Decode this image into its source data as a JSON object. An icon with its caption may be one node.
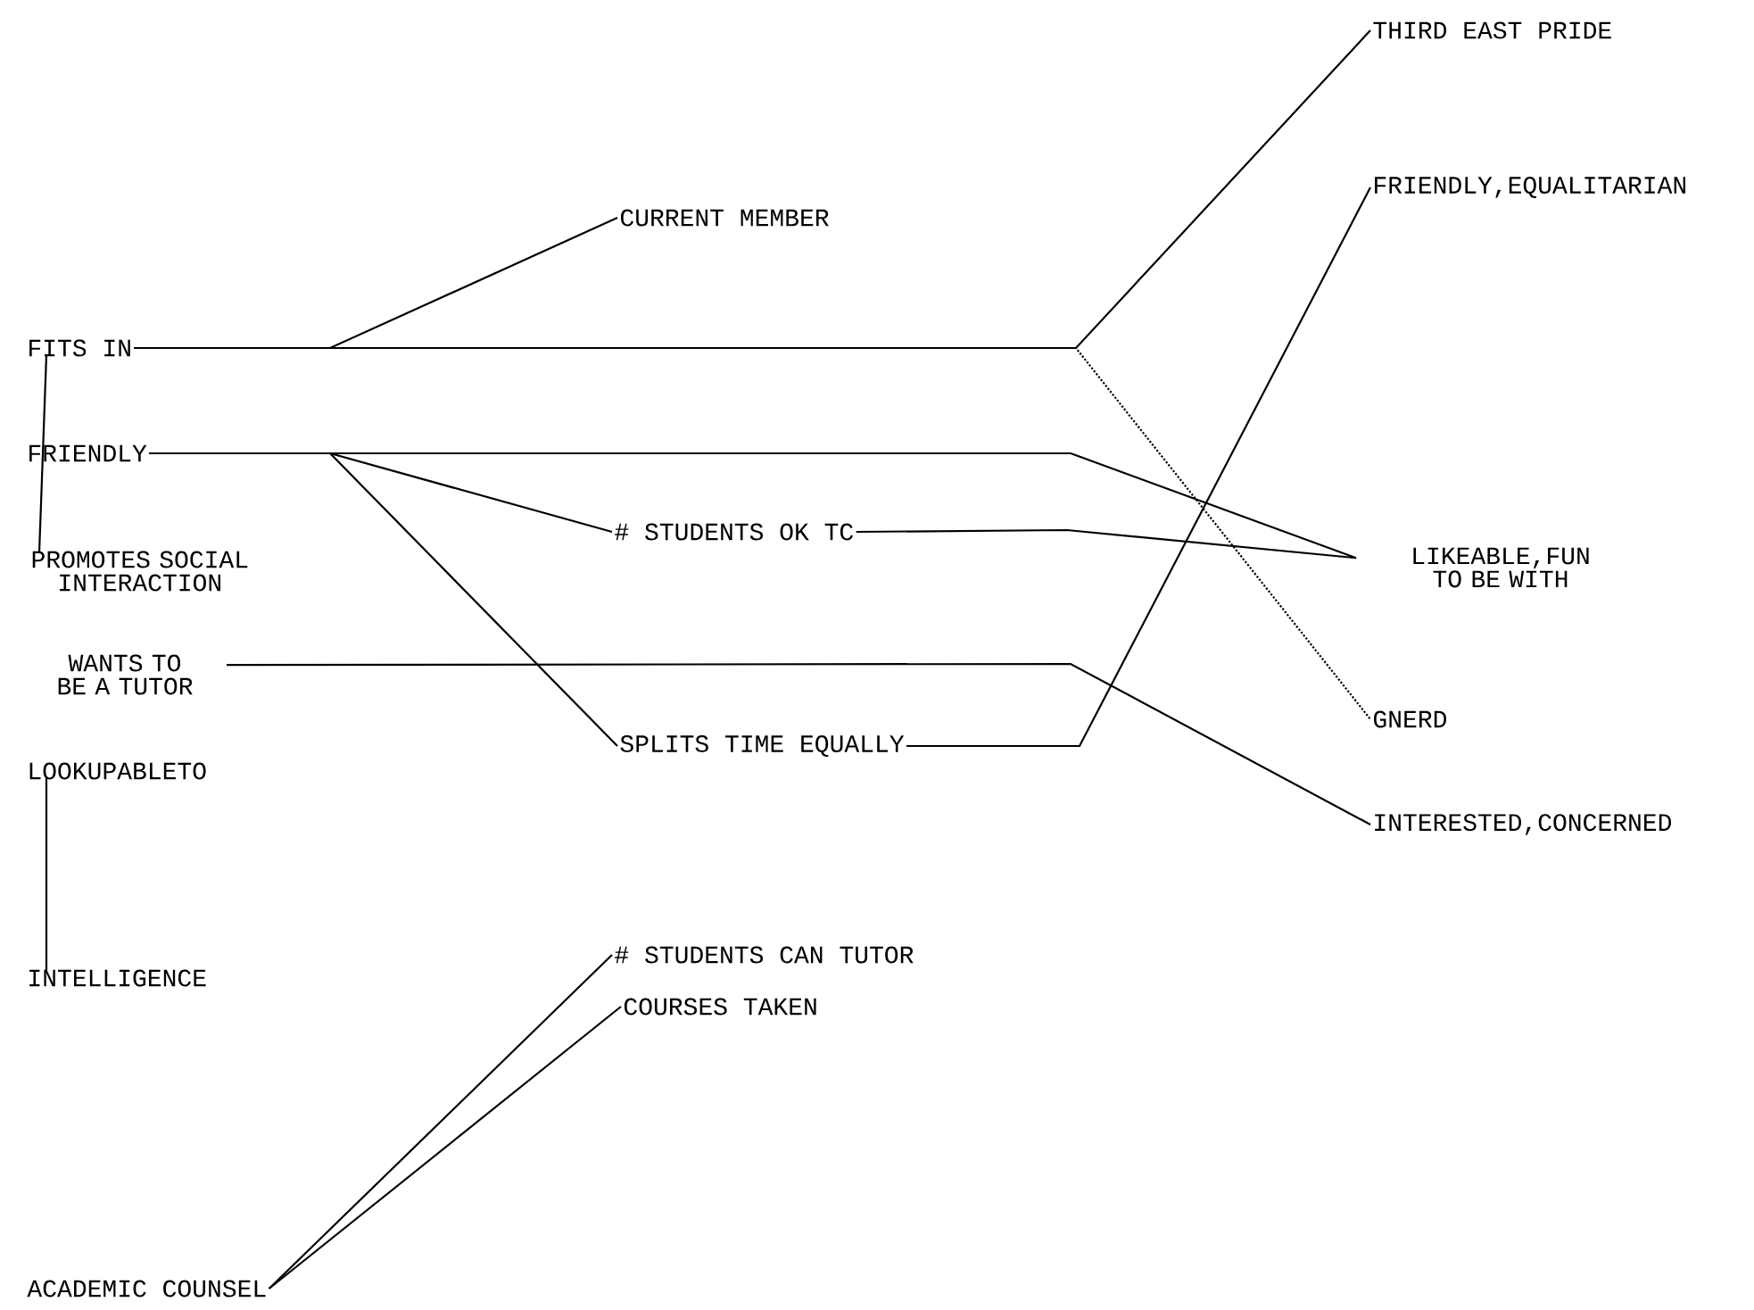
{
  "diagram": {
    "nodes": [
      {
        "text": [
          "FITS IN"
        ]
      },
      {
        "text": [
          "CURRENT MEMBER"
        ]
      },
      {
        "text": [
          "FRIENDLY"
        ]
      },
      {
        "text": [
          "PROMOTES SOCIAL INTERACTION"
        ]
      },
      {
        "text": [
          "# STUDENTS OK TC"
        ]
      },
      {
        "text": [
          "WANTS TO BE A TUTOR"
        ]
      },
      {
        "text": [
          "SPLITS TIME EQUALLY"
        ]
      },
      {
        "text": [
          "LOOKUPABLETO"
        ]
      },
      {
        "text": [
          "INTELLIGENCE"
        ]
      },
      {
        "text": [
          "# STUDENTS CAN TUTOR"
        ]
      },
      {
        "text": [
          "COURSES TAKEN"
        ]
      },
      {
        "text": [
          "ACADEMIC COUNSEL"
        ]
      },
      {
        "text": [
          "THIRD EAST PRIDE"
        ]
      },
      {
        "text": [
          "FRIENDLY,EQUALITARIAN"
        ]
      },
      {
        "text": [
          "LIKEABLE,FUN TO BE WITH"
        ]
      },
      {
        "text": [
          "GNERD"
        ]
      },
      {
        "text": [
          "INTERESTED,CONCERNED"
        ]
      }
    ],
    "edges": [
      {
        "from": 0,
        "to": 1,
        "arrow": "none"
      },
      {
        "from": 0,
        "to": 12,
        "arrow": "none"
      },
      {
        "from": 0,
        "to": 15,
        "arrow": "none",
        "style": "dashed"
      },
      {
        "from": 2,
        "to": 4,
        "arrow": "none"
      },
      {
        "from": 2,
        "to": 6,
        "arrow": "none"
      },
      {
        "from": 2,
        "to": 14,
        "arrow": "none"
      },
      {
        "from": 4,
        "to": 14,
        "arrow": "none"
      },
      {
        "from": 5,
        "to": 16,
        "arrow": "none"
      },
      {
        "from": 6,
        "to": 13,
        "arrow": "none"
      },
      {
        "from": 11,
        "to": 9,
        "arrow": "none"
      },
      {
        "from": 11,
        "to": 10,
        "arrow": "none"
      },
      {
        "from": 0,
        "to": 3,
        "arrow": "none"
      },
      {
        "from": 7,
        "to": 8,
        "arrow": "none"
      }
    ]
  }
}
